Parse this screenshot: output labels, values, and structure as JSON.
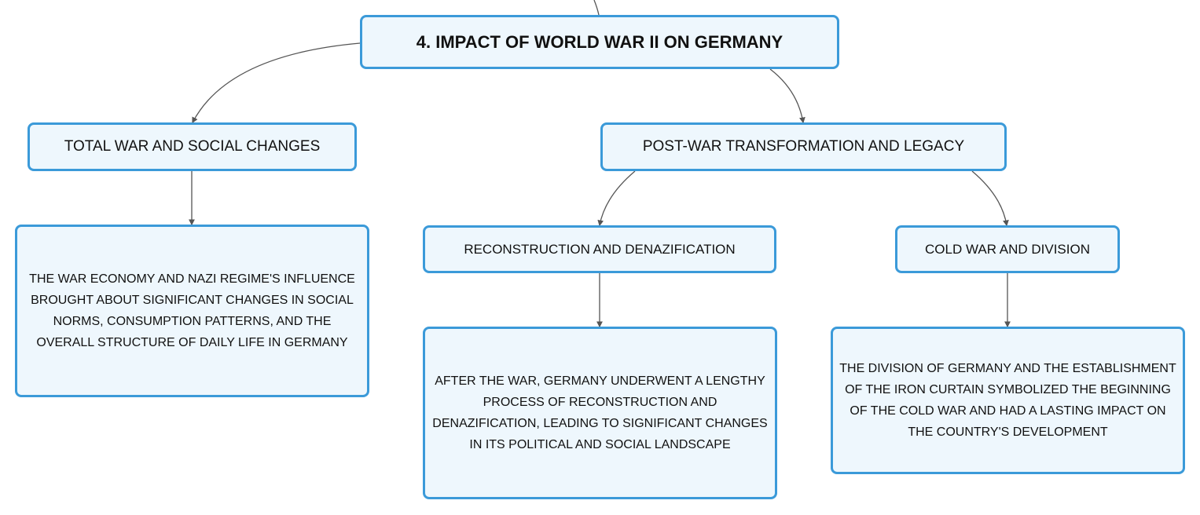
{
  "diagram": {
    "root": {
      "label": "4. IMPACT OF WORLD WAR II ON GERMANY"
    },
    "branches": [
      {
        "label": "TOTAL WAR AND SOCIAL CHANGES",
        "description": "THE WAR ECONOMY AND NAZI REGIME'S INFLUENCE BROUGHT ABOUT SIGNIFICANT CHANGES IN SOCIAL NORMS, CONSUMPTION PATTERNS, AND THE OVERALL STRUCTURE OF DAILY LIFE IN GERMANY"
      },
      {
        "label": "POST-WAR TRANSFORMATION AND LEGACY",
        "children": [
          {
            "label": "RECONSTRUCTION AND DENAZIFICATION",
            "description": "AFTER THE WAR, GERMANY UNDERWENT A LENGTHY PROCESS OF RECONSTRUCTION AND DENAZIFICATION, LEADING TO SIGNIFICANT CHANGES IN ITS POLITICAL AND SOCIAL LANDSCAPE"
          },
          {
            "label": "COLD WAR AND DIVISION",
            "description": "THE DIVISION OF GERMANY AND THE ESTABLISHMENT OF THE IRON CURTAIN SYMBOLIZED THE BEGINNING OF THE COLD WAR AND HAD A LASTING IMPACT ON THE COUNTRY'S DEVELOPMENT"
          }
        ]
      }
    ]
  },
  "colors": {
    "node_border": "#3b9ad9",
    "node_fill": "#eef7fd",
    "connector": "#555555"
  }
}
